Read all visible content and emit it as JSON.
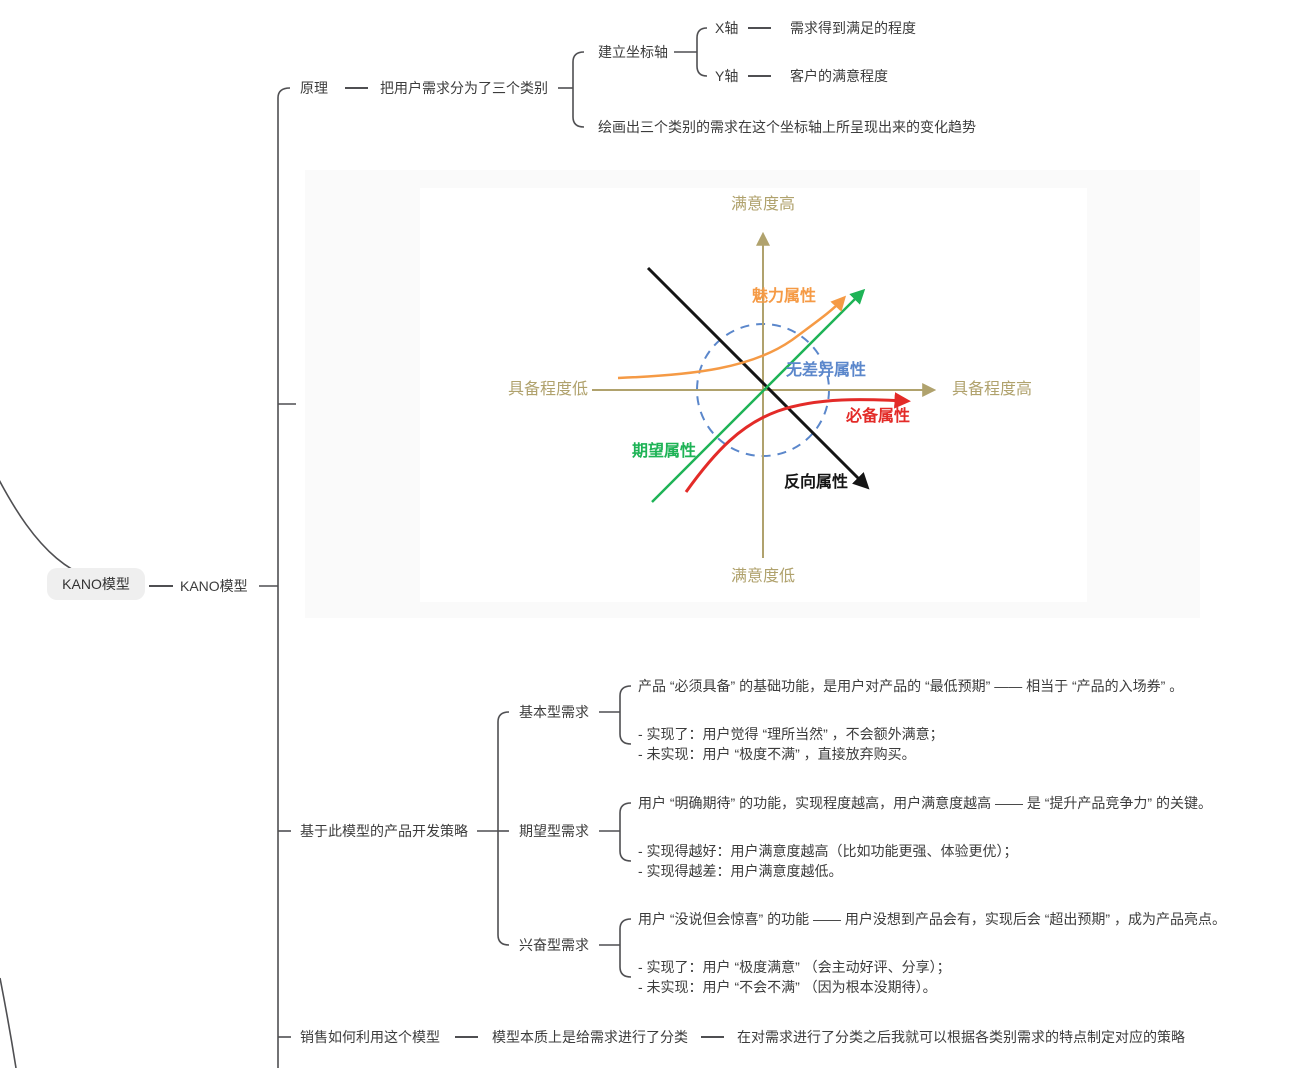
{
  "mindmap": {
    "root": {
      "label": "KANO模型"
    },
    "root_topic": {
      "label": "KANO模型"
    },
    "principle": {
      "label": "原理",
      "category": "把用户需求分为了三个类别",
      "setup_axes": {
        "label": "建立坐标轴",
        "x_axis": {
          "label": "X轴",
          "desc": "需求得到满足的程度"
        },
        "y_axis": {
          "label": "Y轴",
          "desc": "客户的满意程度"
        }
      },
      "draw_trend": "绘画出三个类别的需求在这个坐标轴上所呈现出来的变化趋势"
    },
    "strategy": {
      "label": "基于此模型的产品开发策略",
      "items": [
        {
          "label": "基本型需求",
          "desc": "产品 “必须具备” 的基础功能，是用户对产品的 “最低预期” —— 相当于 “产品的入场券” 。",
          "bullet1": "- 实现了：用户觉得 “理所当然” ，不会额外满意；",
          "bullet2": "- 未实现：用户 “极度不满” ，直接放弃购买。"
        },
        {
          "label": "期望型需求",
          "desc": "用户 “明确期待” 的功能，实现程度越高，用户满意度越高 —— 是 “提升产品竞争力” 的关键。",
          "bullet1": "- 实现得越好：用户满意度越高（比如功能更强、体验更优）；",
          "bullet2": "- 实现得越差：用户满意度越低。"
        },
        {
          "label": "兴奋型需求",
          "desc": "用户 “没说但会惊喜” 的功能 —— 用户没想到产品会有，实现后会 “超出预期” ，成为产品亮点。",
          "bullet1": "- 实现了：用户 “极度满意” （会主动好评、分享）；",
          "bullet2": "- 未实现：用户 “不会不满” （因为根本没期待）。"
        }
      ]
    },
    "sales": {
      "label": "销售如何利用这个模型",
      "child": "模型本质上是给需求进行了分类",
      "grandchild": "在对需求进行了分类之后我就可以根据各类别需求的特点制定对应的策略"
    }
  },
  "kano_chart": {
    "axis_top": "满意度高",
    "axis_bottom": "满意度低",
    "axis_left": "具备程度低",
    "axis_right": "具备程度高",
    "attractive": "魅力属性",
    "indifferent": "无差异属性",
    "must_be": "必备属性",
    "expected": "期望属性",
    "reverse": "反向属性",
    "colors": {
      "axis": "#b0a26d",
      "attractive": "#f59a45",
      "indifferent": "#5b87cb",
      "must_be": "#e32b28",
      "expected": "#1eb356",
      "reverse": "#151515"
    }
  },
  "chart_data": {
    "type": "line",
    "xlabel_low": "具备程度低",
    "xlabel_high": "具备程度高",
    "ylabel_high": "满意度高",
    "ylabel_low": "满意度低",
    "series": [
      {
        "name": "魅力属性",
        "color": "#f59a45",
        "trend": "凸形上升曲线，具备程度越高满意度加速升高"
      },
      {
        "name": "期望属性",
        "color": "#1eb356",
        "trend": "过原点的上升直线，满意度随具备程度线性升高"
      },
      {
        "name": "必备属性",
        "color": "#e32b28",
        "trend": "凹形曲线，具备程度低时满意度极低，升高后趋于饱和"
      },
      {
        "name": "无差异属性",
        "color": "#5b87cb",
        "trend": "原点附近虚线圆，具备与否对满意度几乎无影响"
      },
      {
        "name": "反向属性",
        "color": "#151515",
        "trend": "下行直线，具备程度越高满意度越低"
      }
    ],
    "legend_position": "on-curve",
    "grid": false
  }
}
